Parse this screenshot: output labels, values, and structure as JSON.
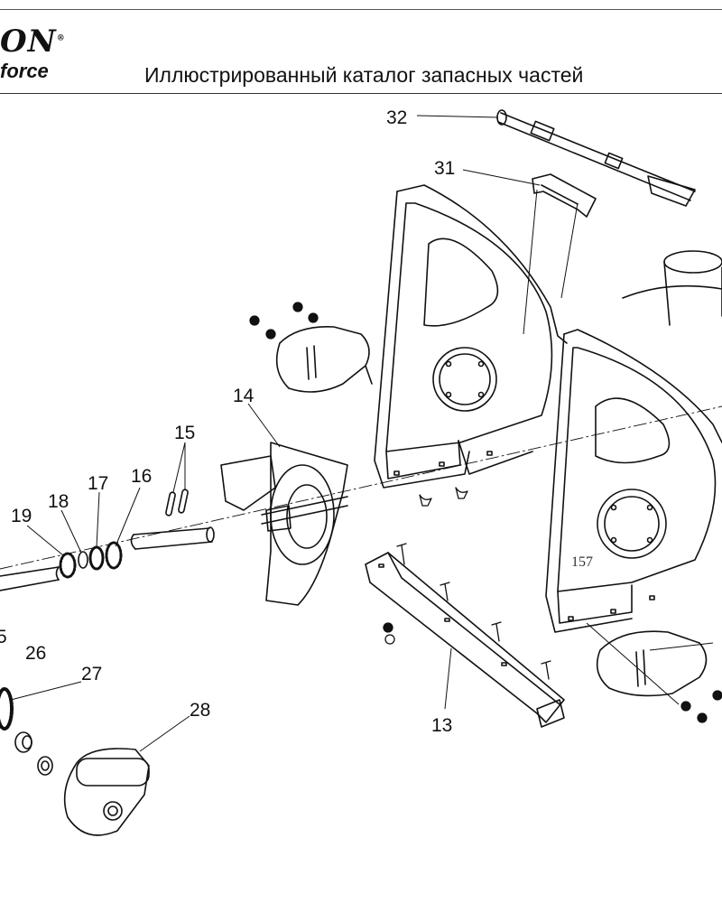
{
  "header": {
    "brand": "ON",
    "brand_mark": "®",
    "tagline": "force",
    "title": "Иллюстрированный каталог запасных частей"
  },
  "diagram": {
    "page_number": "157",
    "callouts": {
      "c32": "32",
      "c31": "31",
      "c14": "14",
      "c15": "15",
      "c16": "16",
      "c17": "17",
      "c18": "18",
      "c19": "19",
      "c25": "5",
      "c26": "26",
      "c27": "27",
      "c28": "28",
      "c13": "13"
    }
  }
}
